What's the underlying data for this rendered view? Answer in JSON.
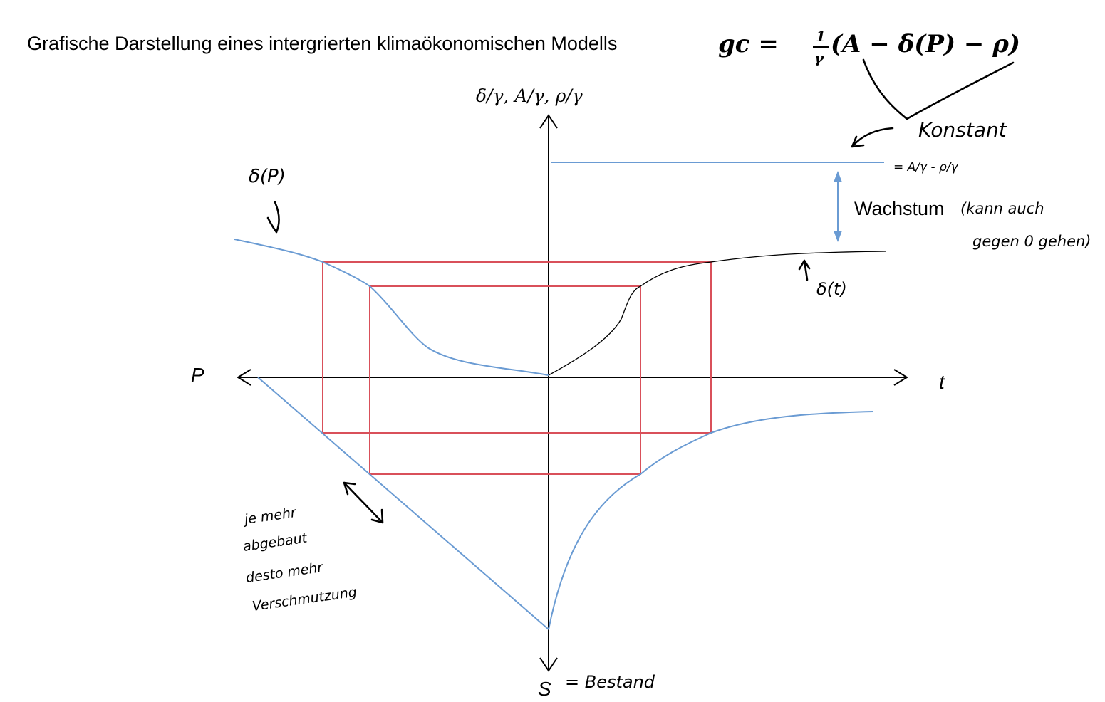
{
  "title": "Grafische Darstellung eines intergrierten klimaökonomischen Modells",
  "formula": {
    "lhs": "gc =",
    "frac_num": "1",
    "frac_den": "γ",
    "rhs": "(A − δ(P) − ρ)"
  },
  "axes": {
    "y_top_label": "δ/γ, A/γ, ρ/γ",
    "x_right_label": "t",
    "x_left_label": "P",
    "y_bottom_label": "S"
  },
  "labels": {
    "wachstum": "Wachstum"
  },
  "handwriting": {
    "konstant": "Konstant",
    "const_value": "= A/γ - ρ/γ",
    "growth_note_1": "(kann auch",
    "growth_note_2": "gegen 0 gehen)",
    "delta_p": "δ(P)",
    "delta_t": "δ(t)",
    "bottom_label": "= Bestand",
    "note_line_1": "je mehr",
    "note_line_2": "abgebaut",
    "note_line_3": "desto mehr",
    "note_line_4": "Verschmutzung"
  },
  "colors": {
    "curve_blue": "#6a9bd3",
    "rect_red": "#d9505a",
    "ink": "#000000"
  }
}
